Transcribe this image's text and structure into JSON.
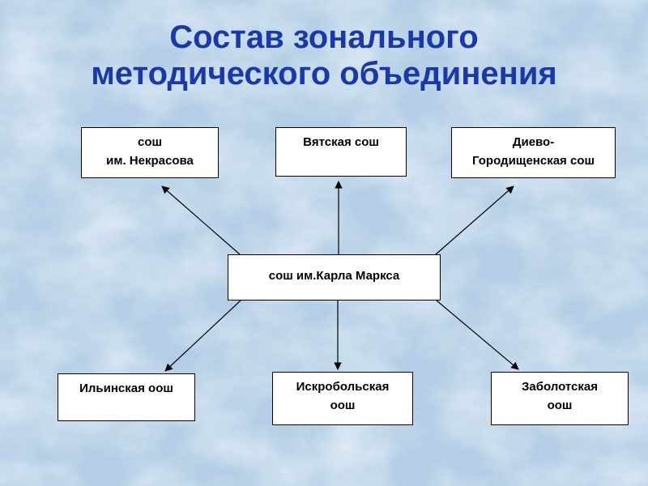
{
  "slide": {
    "title": "Состав зонального\nметодического объединения",
    "title_color": "#1b38a8",
    "background_tint": "#b7cfe2"
  },
  "diagram": {
    "center_node": {
      "label": "сош им.Карла Маркса"
    },
    "top_nodes": [
      {
        "label": "сош\nим. Некрасова"
      },
      {
        "label": "Вятская сош"
      },
      {
        "label": "Диево-\nГородищенская сош"
      }
    ],
    "bottom_nodes": [
      {
        "label": "Ильинская оош"
      },
      {
        "label": "Искробольская\nоош"
      },
      {
        "label": "Заболотская\nоош"
      }
    ],
    "node_style": {
      "background": "#ffffff",
      "border": "#000000",
      "text": "#000000"
    },
    "arrow_color": "#000000"
  }
}
